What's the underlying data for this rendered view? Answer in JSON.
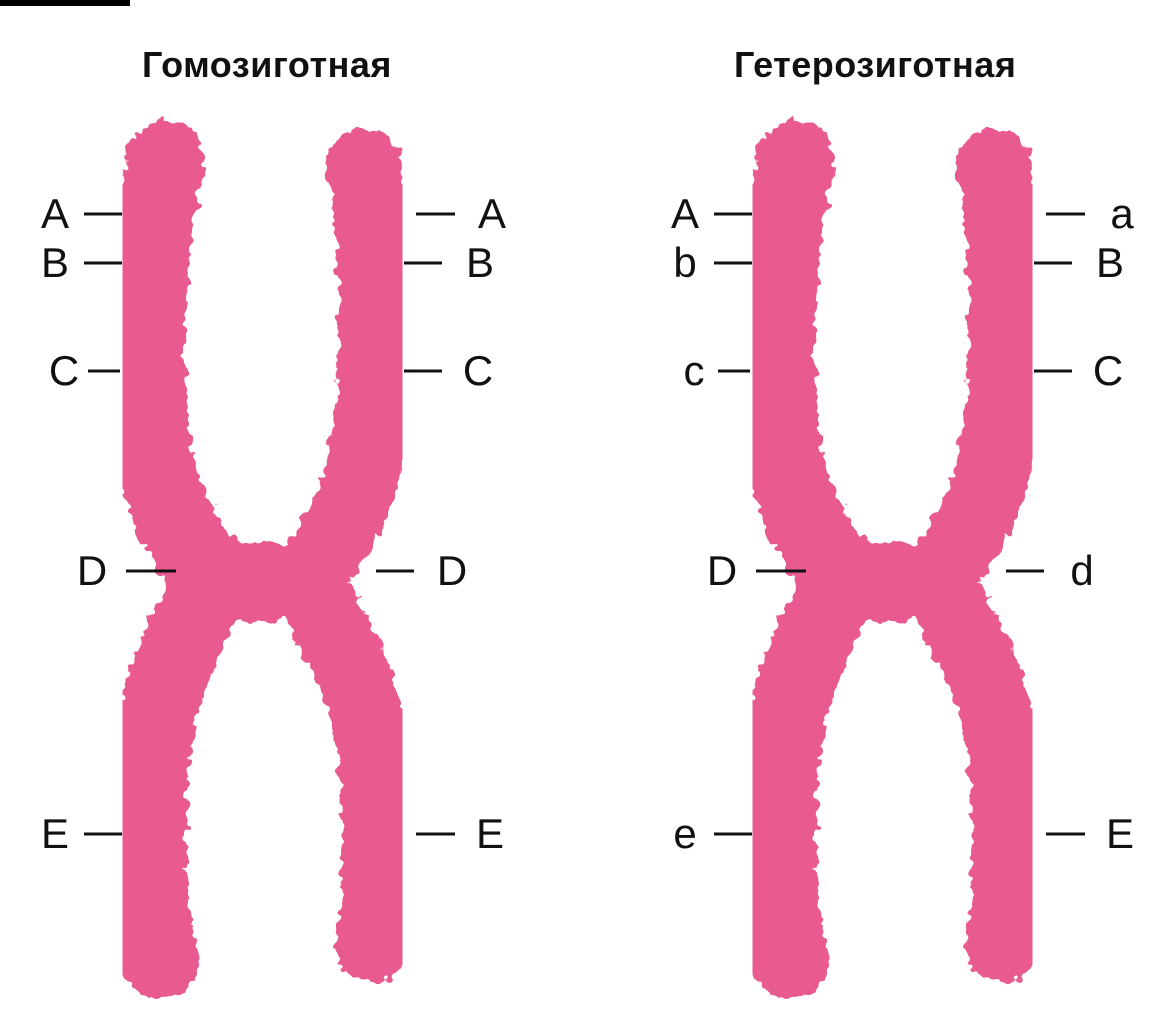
{
  "accent_color": "#e85a90",
  "panels": [
    {
      "title": "Гомозиготная",
      "left_alleles": [
        "A",
        "B",
        "C",
        "D",
        "E"
      ],
      "right_alleles": [
        "A",
        "B",
        "C",
        "D",
        "E"
      ]
    },
    {
      "title": "Гетерозиготная",
      "left_alleles": [
        "A",
        "b",
        "c",
        "D",
        "e"
      ],
      "right_alleles": [
        "a",
        "B",
        "C",
        "d",
        "E"
      ]
    }
  ]
}
